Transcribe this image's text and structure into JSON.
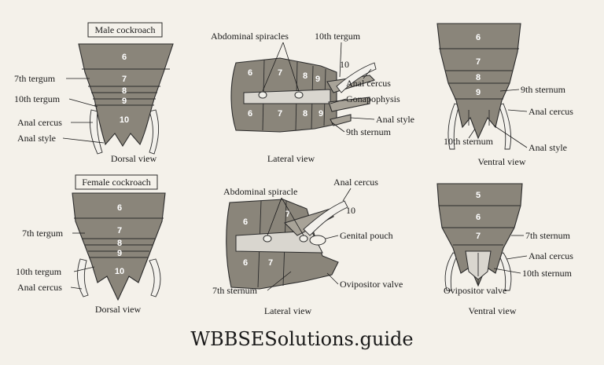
{
  "male_title": "Male cockroach",
  "female_title": "Female cockroach",
  "views": {
    "dorsal": "Dorsal view",
    "lateral": "Lateral view",
    "ventral": "Ventral view"
  },
  "labels": {
    "t7": "7th tergum",
    "t10": "10th tergum",
    "cercus": "Anal cercus",
    "style": "Anal style",
    "spiracles": "Abdominal spiracles",
    "spiracle": "Abdominal spiracle",
    "gonapophysis": "Gonapophysis",
    "s9": "9th sternum",
    "s10": "10th sternum",
    "s7": "7th sternum",
    "genital_pouch": "Genital pouch",
    "ovipositor": "Ovipositor valve"
  },
  "segments": {
    "n5": "5",
    "n6": "6",
    "n7": "7",
    "n8": "8",
    "n9": "9",
    "n10": "10"
  },
  "footer": "WBBSESolutions.guide"
}
